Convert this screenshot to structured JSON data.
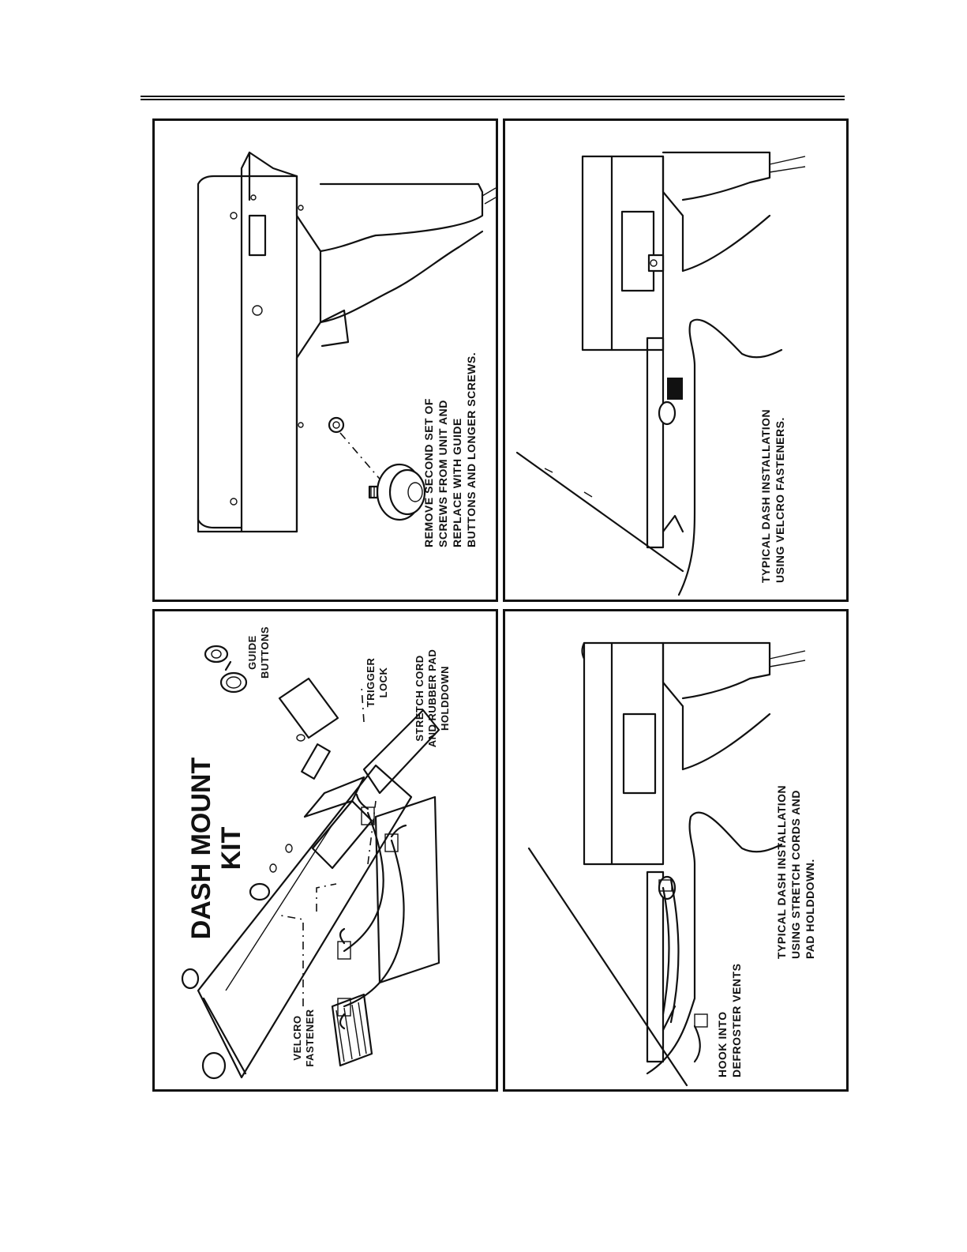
{
  "figure": {
    "panel_remove_screws": {
      "caption_lines": [
        "REMOVE SECOND SET OF",
        "SCREWS FROM UNIT AND",
        "REPLACE WITH GUIDE",
        "BUTTONS AND LONGER SCREWS."
      ]
    },
    "panel_velcro_install": {
      "caption_lines": [
        "TYPICAL DASH INSTALLATION",
        "USING VELCRO FASTENERS."
      ]
    },
    "panel_kit": {
      "title_lines": [
        "DASH MOUNT",
        "KIT"
      ],
      "guide_buttons_lines": [
        "GUIDE",
        "BUTTONS"
      ],
      "trigger_lock_lines": [
        "TRIGGER",
        "LOCK"
      ],
      "stretch_cord_lines": [
        "STRETCH CORD",
        "AND RUBBER PAD",
        "HOLDDOWN"
      ],
      "velcro_lines": [
        "VELCRO",
        "FASTENER"
      ]
    },
    "panel_cord_install": {
      "caption_lines": [
        "TYPICAL DASH INSTALLATION",
        "USING STRETCH CORDS AND",
        "PAD HOLDDOWN."
      ],
      "hook_lines": [
        "HOOK INTO",
        "DEFROSTER VENTS"
      ]
    }
  }
}
